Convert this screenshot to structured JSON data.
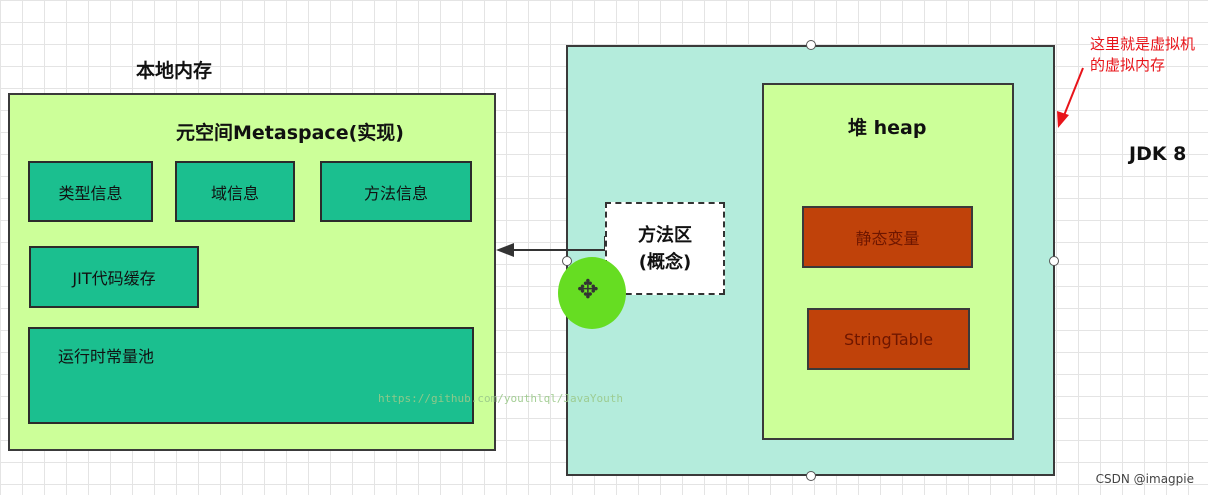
{
  "native_memory": {
    "title": "本地内存",
    "metaspace_title": "元空间Metaspace(实现)",
    "items": [
      "类型信息",
      "域信息",
      "方法信息",
      "JIT代码缓存",
      "运行时常量池"
    ]
  },
  "jvm": {
    "method_area": [
      "方法区",
      "(概念)"
    ],
    "heap": {
      "title": "堆 heap",
      "items": [
        "静态变量",
        "StringTable"
      ]
    }
  },
  "jdk_label": "JDK 8",
  "annotation": "这里就是虚拟机的虚拟内存",
  "watermark": "https://github.com/youthlql/JavaYouth",
  "credit": "CSDN @imagpie",
  "colors": {
    "native_bg": "#ccff99",
    "teal_cell": "#1bbf8f",
    "jvm_bg": "#b4ecdc",
    "red_cell": "#c0420a",
    "annotation_red": "#e8141a"
  }
}
